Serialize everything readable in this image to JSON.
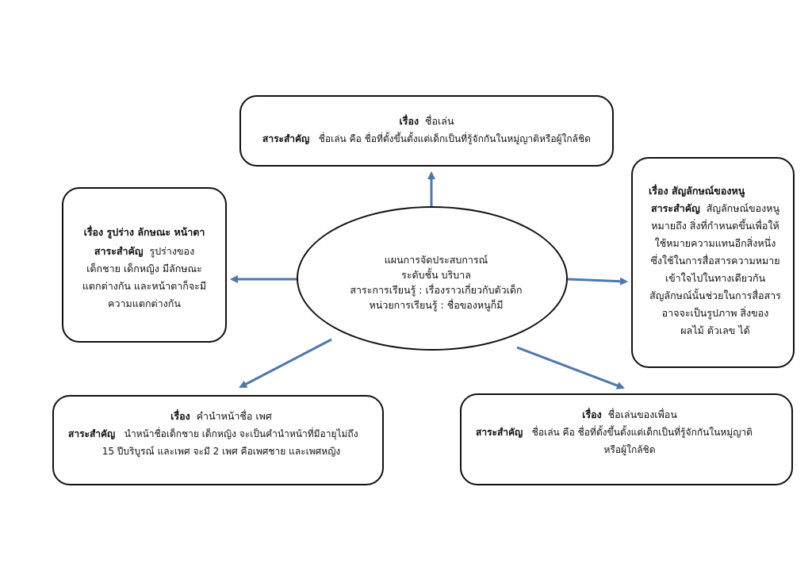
{
  "center": {
    "line1": "แผนการจัดประสบการณ์",
    "line2": "ระดับชั้น   บริบาล",
    "line3": "สาระการเรียนรู้ : เรื่องราวเกี่ยวกับตัวเด็ก",
    "line4": "หน่วยการเรียนรู้ : ชื่อของหนูก็มี"
  },
  "top": {
    "topic_label": "เรื่อง",
    "topic": "ชื่อเล่น",
    "key_label": "สาระสำคัญ",
    "key": "ชื่อเล่น คือ ชื่อที่ตั้งขึ้นตั้งแต่เด็กเป็นที่รู้จักกันในหมู่ญาติหรือผู้ใกล้ชิด"
  },
  "left": {
    "topic": "เรื่อง รูปร่าง ลักษณะ หน้าตา",
    "key_label": "สาระสำคัญ",
    "key1": "รูปร่างของ",
    "key2": "เด็กชาย เด็กหญิง มีลักษณะ",
    "key3": "แตกต่างกัน และหน้าตาก็จะมี",
    "key4": "ความแตกต่างกัน"
  },
  "right": {
    "topic": "เรื่อง สัญลักษณ์ของหนู",
    "key_label": "สาระสำคัญ",
    "key1": "สัญลักษณ์ของหนู",
    "key2": "หมายถึง สิ่งที่กำหนดขึ้นเพื่อให้",
    "key3": "ใช้หมายความแทนอีกสิ่งหนึ่ง",
    "key4": "ซึ่งใช้ในการสื่อสารความหมาย",
    "key5": "เข้าใจไปในทางเดียวกัน",
    "key6": "สัญลักษณ์นั้นช่วยในการสื่อสาร",
    "key7": "อาจจะเป็นรูปภาพ สิ่งของ",
    "key8": "ผลไม้ ตัวเลข ได้"
  },
  "bottom_left": {
    "topic_label": "เรื่อง",
    "topic": "คำนำหน้าชื่อ เพศ",
    "key_label": "สาระสำคัญ",
    "key1": "นำหน้าชื่อเด็กชาย เด็กหญิง จะเป็นคำนำหน้าที่มีอายุไม่ถึง",
    "key2": "15 ปีบริบูรณ์ และเพศ จะมี 2 เพศ คือเพศชาย และเพศหญิง"
  },
  "bottom_right": {
    "topic_label": "เรื่อง",
    "topic": "ชื่อเล่นของเพื่อน",
    "key_label": "สาระสำคัญ",
    "key1": "ชื่อเล่น คือ ชื่อที่ตั้งขึ้นตั้งแต่เด็กเป็นที่รู้จักกันในหมู่ญาติ",
    "key2": "หรือผู้ใกล้ชิด"
  },
  "colors": {
    "arrow": "#4a78b0",
    "border": "#111111"
  }
}
